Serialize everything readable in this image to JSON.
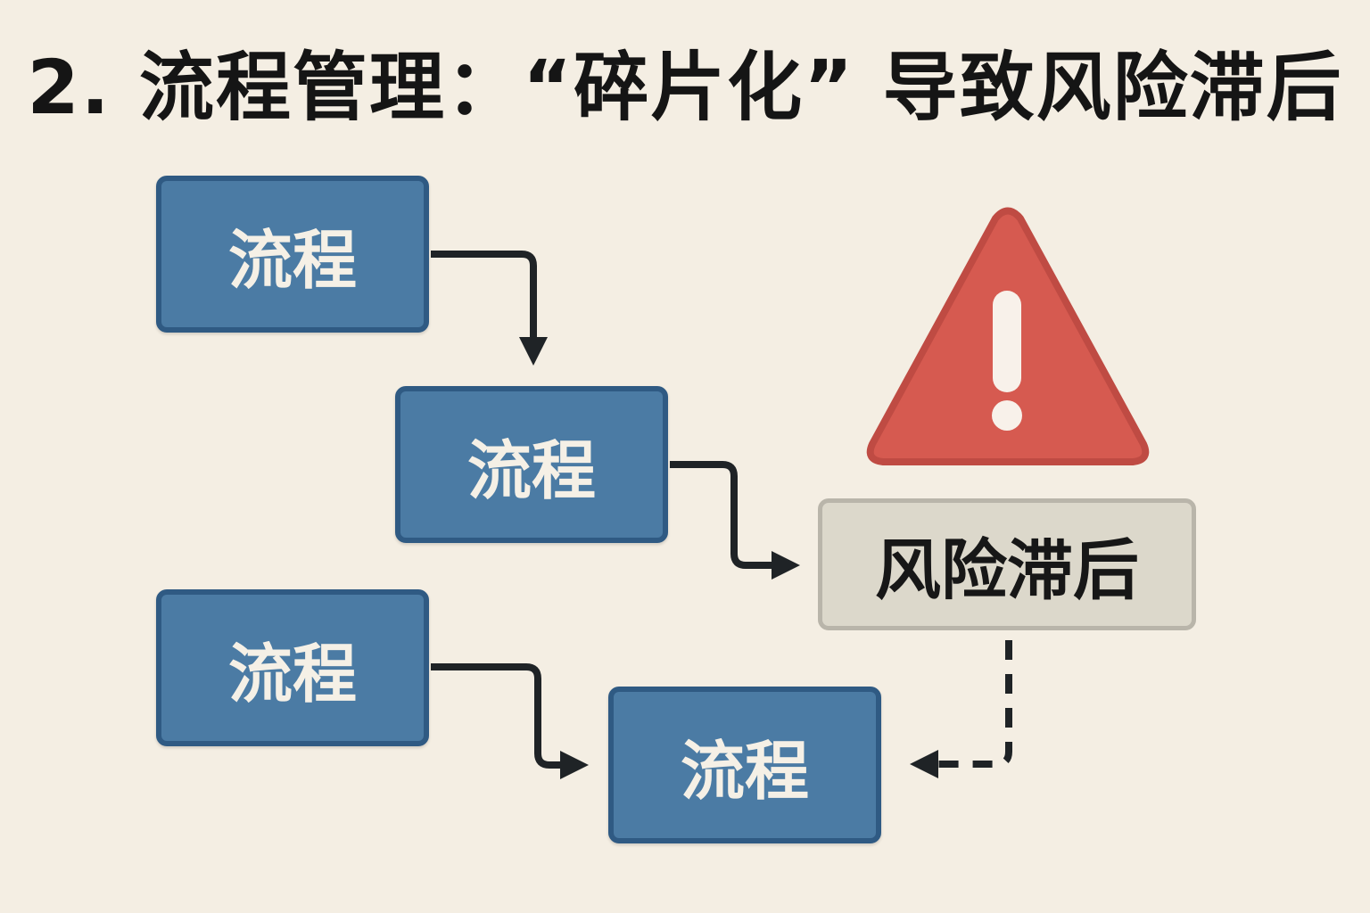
{
  "title": "2. 流程管理：“碎片化” 导致风险滞后",
  "process_boxes": [
    {
      "label": "流程"
    },
    {
      "label": "流程"
    },
    {
      "label": "流程"
    },
    {
      "label": "流程"
    }
  ],
  "risk_box": {
    "label": "风险滞后"
  },
  "icons": [
    "warning-triangle-icon"
  ],
  "colors": {
    "background": "#f4eee3",
    "process_fill": "#4b7ba4",
    "process_border": "#2f5a83",
    "risk_fill": "#dcd8cb",
    "warning_red": "#d65a50",
    "arrow": "#1f2326"
  }
}
